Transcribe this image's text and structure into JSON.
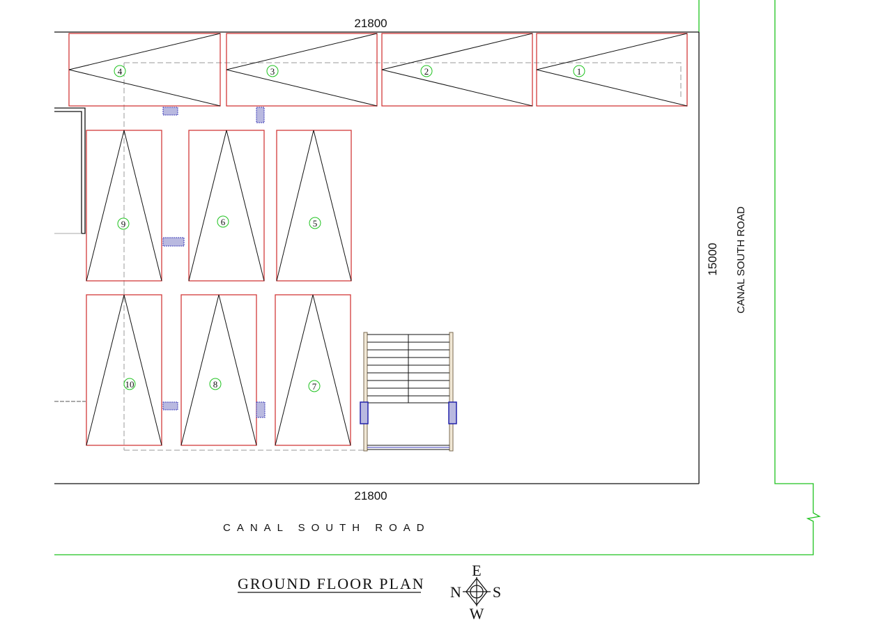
{
  "plan": {
    "title": "GROUND FLOOR PLAN",
    "dim_top": "21800",
    "dim_bottom": "21800",
    "dim_right": "15000",
    "road_bottom": "CANAL SOUTH ROAD",
    "road_right": "CANAL SOUTH ROAD"
  },
  "compass": {
    "top": "E",
    "left": "N",
    "right": "S",
    "bottom": "W"
  },
  "slots": [
    {
      "label": "1"
    },
    {
      "label": "2"
    },
    {
      "label": "3"
    },
    {
      "label": "4"
    },
    {
      "label": "5"
    },
    {
      "label": "6"
    },
    {
      "label": "7"
    },
    {
      "label": "8"
    },
    {
      "label": "9"
    },
    {
      "label": "10"
    }
  ],
  "colors": {
    "slot_outline": "#d23a3a",
    "boundary": "#1ec21e",
    "marker": "#1ec21e",
    "column_fill": "#b9b9e0",
    "column_stroke": "#3a3ab8"
  }
}
